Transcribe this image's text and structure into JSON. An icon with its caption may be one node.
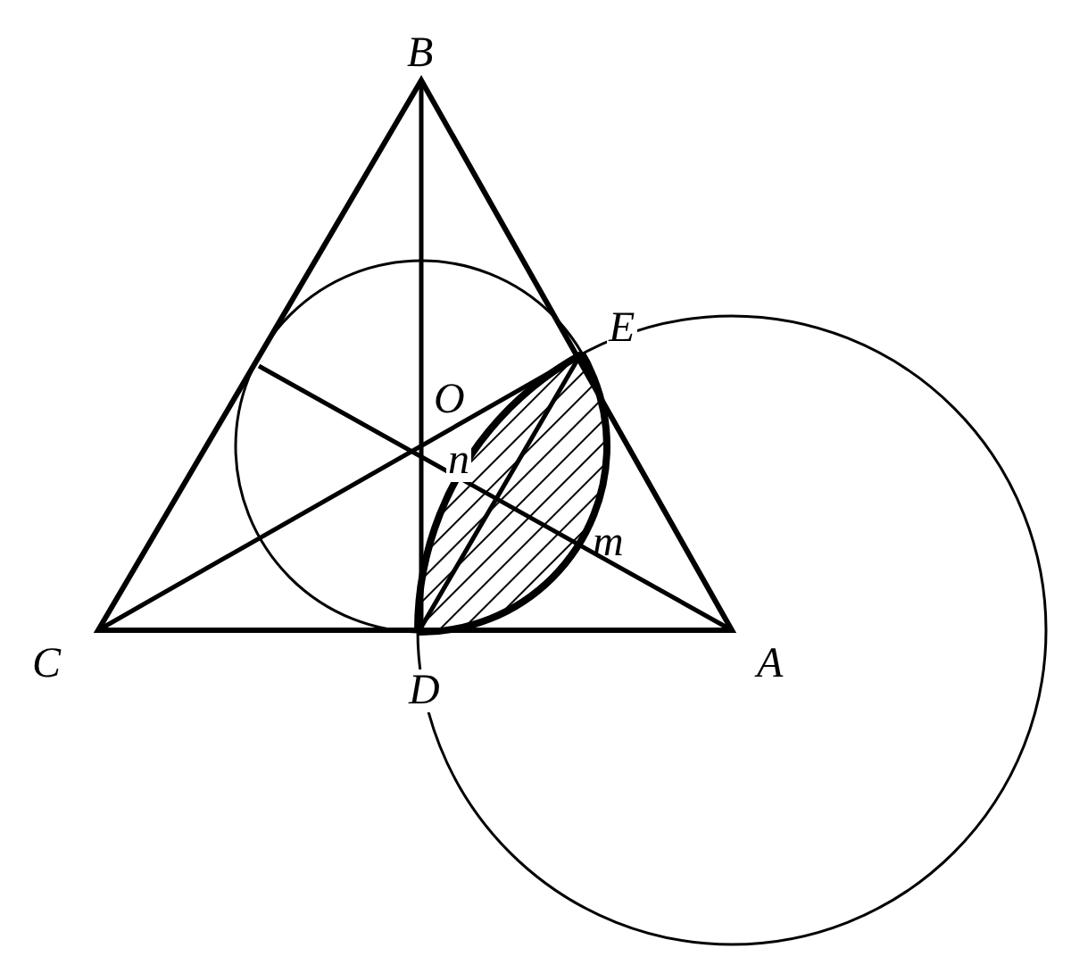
{
  "diagram": {
    "labels": [
      "B",
      "O",
      "E",
      "n",
      "m",
      "C",
      "D",
      "A"
    ]
  }
}
